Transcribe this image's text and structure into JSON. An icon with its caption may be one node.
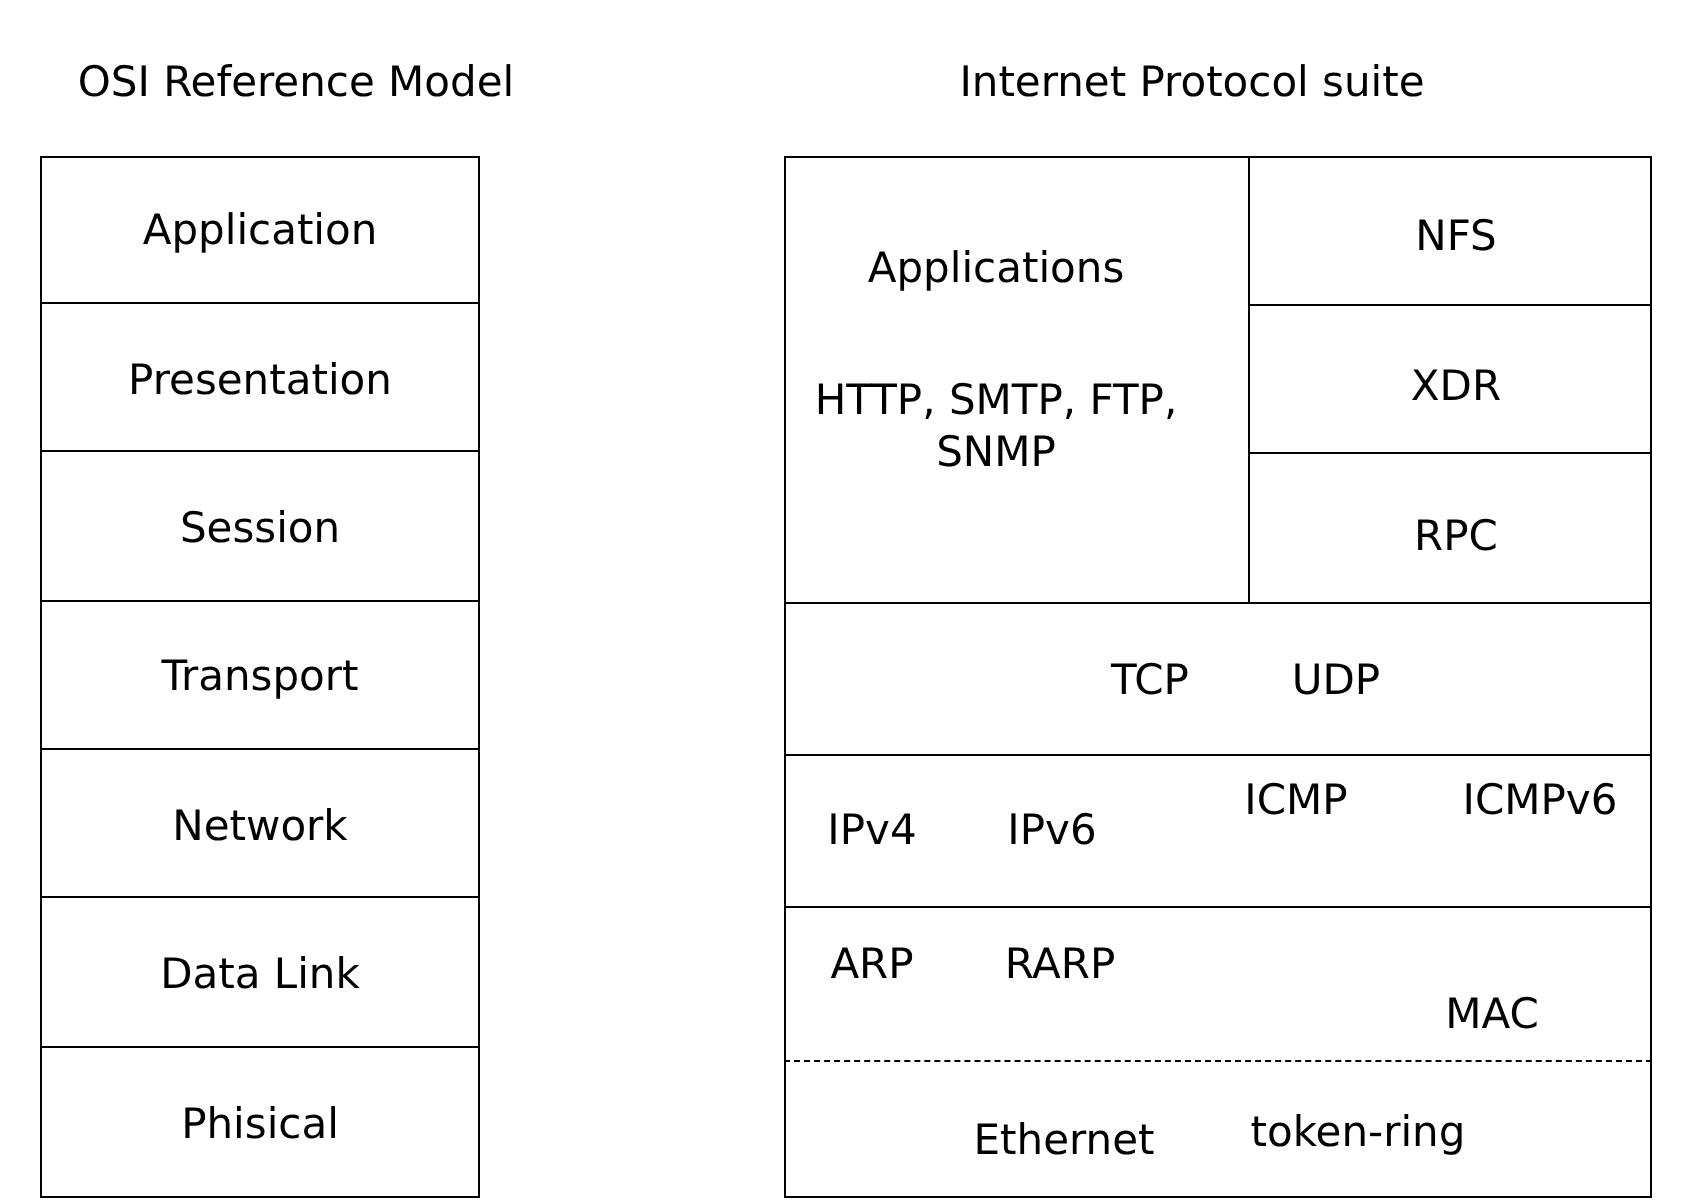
{
  "diagram": {
    "nodes": [
      {
        "text": [
          "OSI Reference Model"
        ]
      },
      {
        "text": [
          "Application"
        ],
        "in": 0
      },
      {
        "text": [
          "Presentation"
        ],
        "in": 0
      },
      {
        "text": [
          "Session"
        ],
        "in": 0
      },
      {
        "text": [
          "Transport"
        ],
        "in": 0
      },
      {
        "text": [
          "Network"
        ],
        "in": 0
      },
      {
        "text": [
          "Data Link"
        ],
        "in": 0
      },
      {
        "text": [
          "Phisical"
        ],
        "in": 0
      },
      {
        "text": [
          "Internet Protocol suite"
        ]
      },
      {
        "text": [
          "Applications",
          "HTTP, SMTP, FTP, SNMP"
        ],
        "in": 8
      },
      {
        "text": [
          "NFS"
        ],
        "in": 8
      },
      {
        "text": [
          "XDR"
        ],
        "in": 8
      },
      {
        "text": [
          "RPC"
        ],
        "in": 8
      },
      {
        "text": [
          "TCP",
          "UDP"
        ],
        "in": 8
      },
      {
        "text": [
          "IPv4",
          "IPv6",
          "ICMP",
          "ICMPv6"
        ],
        "in": 8
      },
      {
        "text": [
          "ARP",
          "RARP",
          "MAC"
        ],
        "in": 8
      },
      {
        "text": [
          "Ethernet",
          "token-ring"
        ],
        "in": 8
      }
    ],
    "edges": []
  }
}
